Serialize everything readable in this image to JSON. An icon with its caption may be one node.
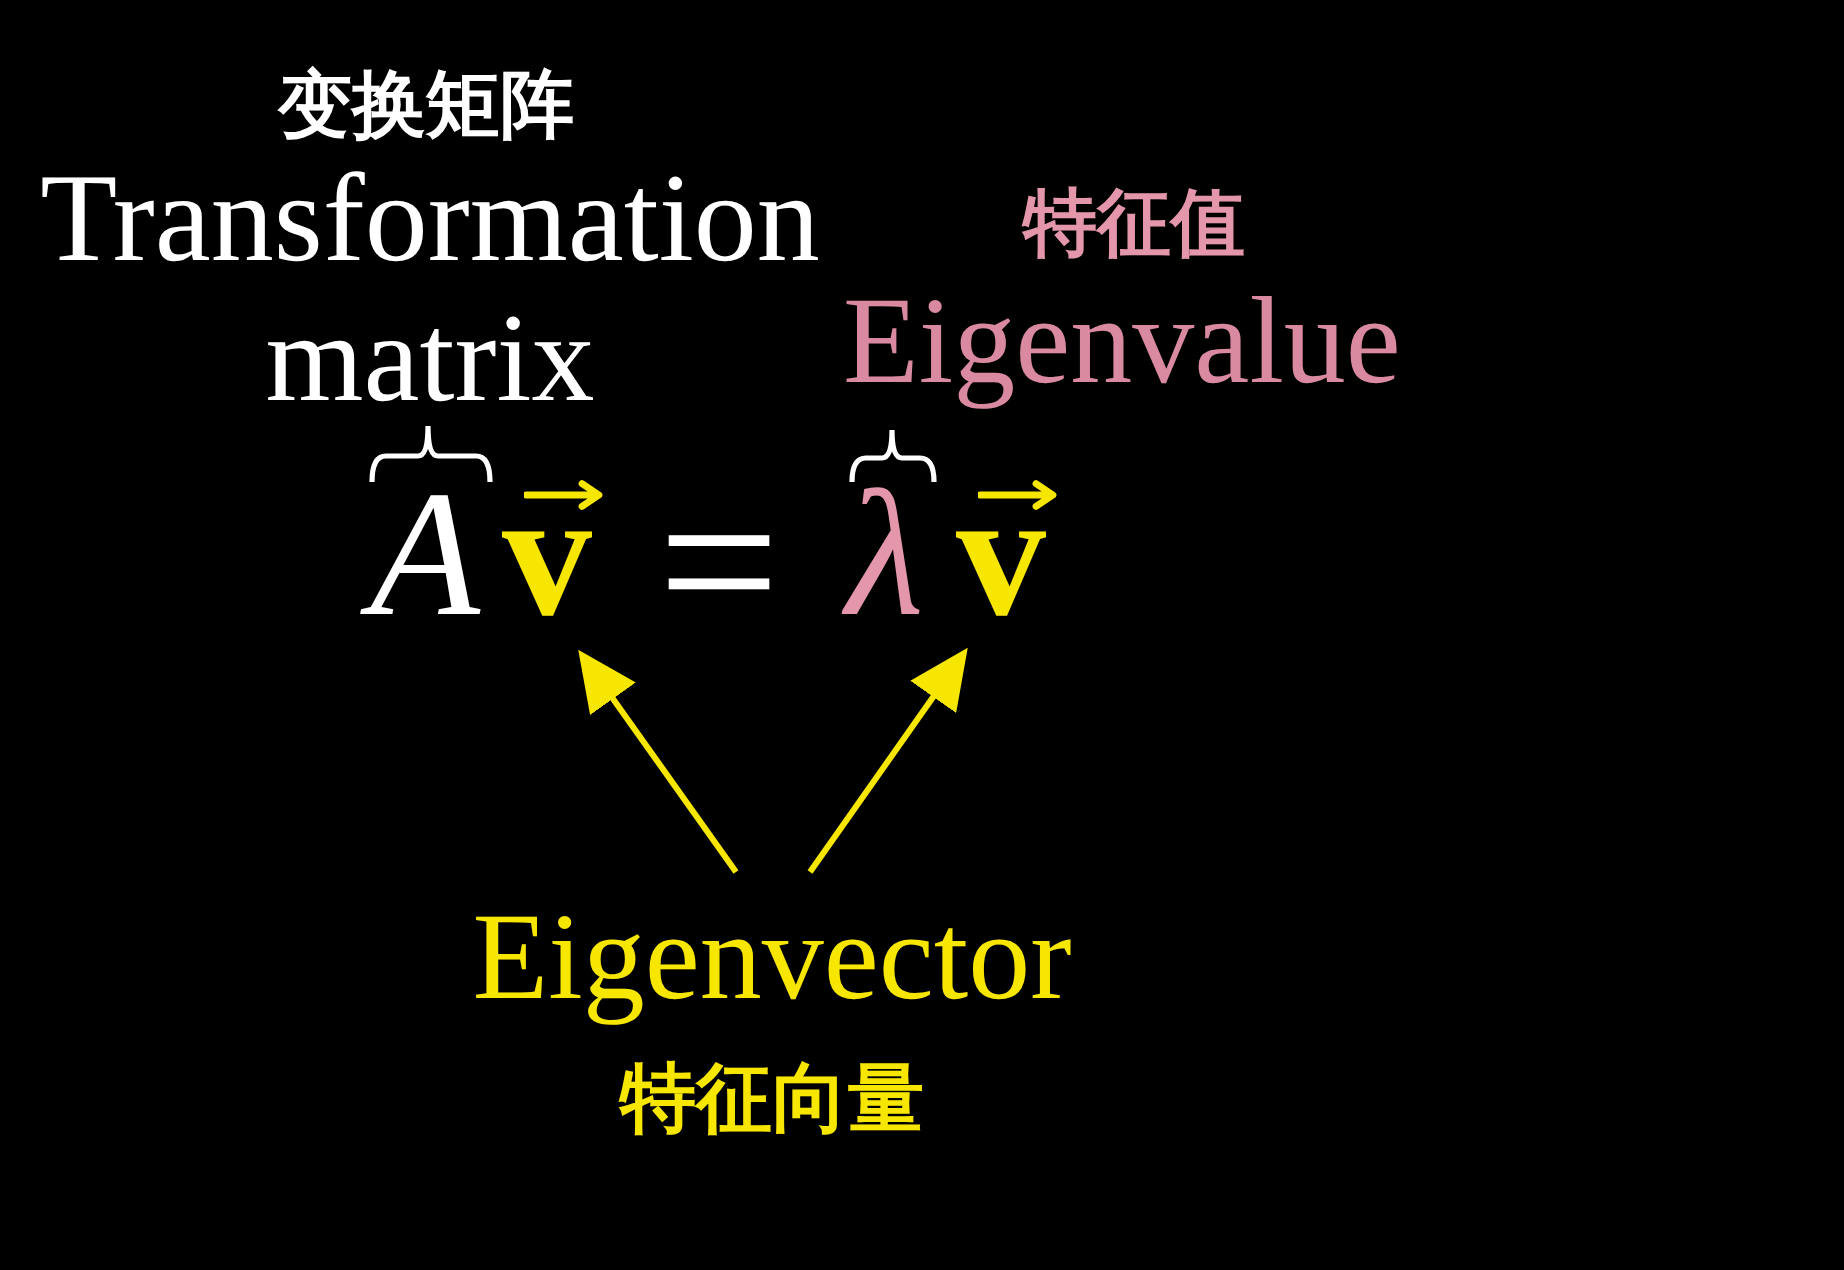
{
  "diagram": {
    "nodes": [
      {
        "text": [
          "v"
        ]
      },
      {
        "text": [
          "v"
        ]
      },
      {
        "text": [
          "Eigenvector",
          "特征向量"
        ]
      }
    ],
    "edges": [
      {
        "from": 2,
        "to": 0,
        "arrow": "to"
      },
      {
        "from": 2,
        "to": 1,
        "arrow": "to"
      }
    ],
    "labels": [
      "变换矩阵",
      "Transformation matrix",
      "特征值",
      "Eigenvalue",
      "A",
      "=",
      "λ"
    ]
  }
}
